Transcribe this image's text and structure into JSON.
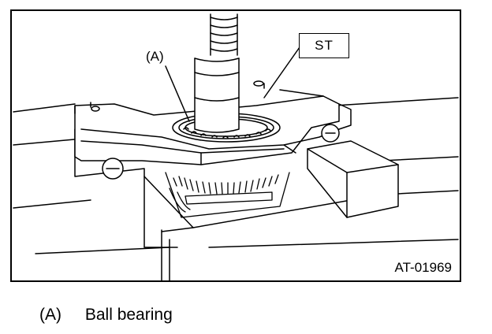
{
  "figure": {
    "callout_a": "(A)",
    "callout_st": "ST",
    "figure_id": "AT-01969"
  },
  "caption": {
    "key": "(A)",
    "text": "Ball bearing"
  }
}
